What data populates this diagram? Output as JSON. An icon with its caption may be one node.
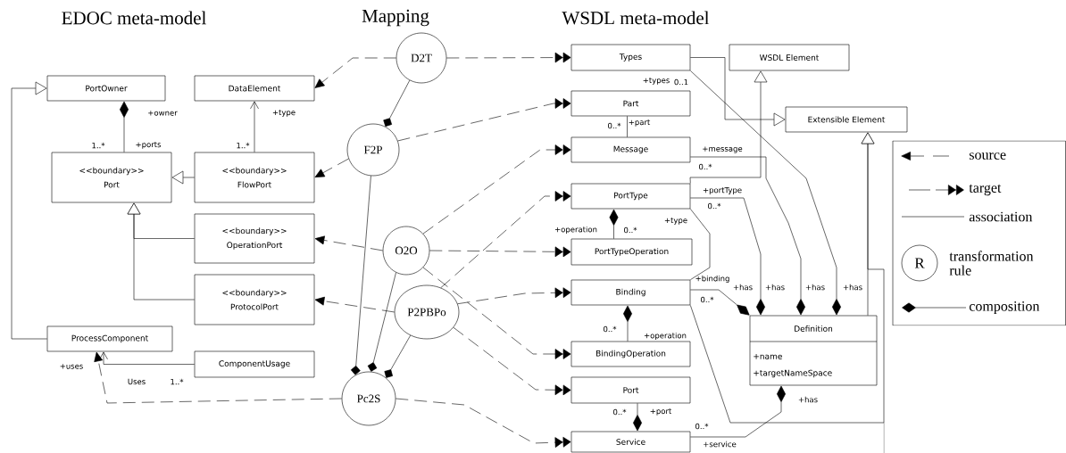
{
  "diagram": {
    "nodes": [
      {
        "text": [
          "PortOwner"
        ]
      },
      {
        "text": [
          "DataElement"
        ]
      },
      {
        "text": [
          "<<boundary>>",
          "Port"
        ]
      },
      {
        "text": [
          "<<boundary>>",
          "FlowPort"
        ]
      },
      {
        "text": [
          "<<boundary>>",
          "OperationPort"
        ]
      },
      {
        "text": [
          "<<boundary>>",
          "ProtocolPort"
        ]
      },
      {
        "text": [
          "ProcessComponent"
        ]
      },
      {
        "text": [
          "ComponentUsage"
        ]
      },
      {
        "text": [
          "D2T"
        ]
      },
      {
        "text": [
          "F2P"
        ]
      },
      {
        "text": [
          "O2O"
        ]
      },
      {
        "text": [
          "P2PBPo"
        ]
      },
      {
        "text": [
          "Pc2S"
        ]
      },
      {
        "text": [
          "Types"
        ]
      },
      {
        "text": [
          "Part"
        ]
      },
      {
        "text": [
          "Message"
        ]
      },
      {
        "text": [
          "PortType"
        ]
      },
      {
        "text": [
          "PortTypeOperation"
        ]
      },
      {
        "text": [
          "Binding"
        ]
      },
      {
        "text": [
          "BindingOperation"
        ]
      },
      {
        "text": [
          "Port"
        ]
      },
      {
        "text": [
          "Service"
        ]
      },
      {
        "text": [
          "WSDL Element"
        ]
      },
      {
        "text": [
          "Extensible Element"
        ]
      },
      {
        "text": [
          "Definition",
          "+name",
          "+targetNameSpace"
        ]
      }
    ],
    "edges": [
      {
        "from": 8,
        "to": 1,
        "arrow": "to",
        "style": "dashed"
      },
      {
        "from": 8,
        "to": 13,
        "arrow": "to",
        "style": "dashed"
      },
      {
        "from": 9,
        "to": 8,
        "arrow": "other"
      },
      {
        "from": 9,
        "to": 3,
        "arrow": "to",
        "style": "dashed"
      },
      {
        "from": 9,
        "to": 14,
        "arrow": "to",
        "style": "dashed"
      },
      {
        "from": 12,
        "to": 9,
        "arrow": "other"
      },
      {
        "from": 10,
        "to": 4,
        "arrow": "to",
        "style": "dashed"
      },
      {
        "from": 10,
        "to": 17,
        "arrow": "to",
        "style": "dashed"
      },
      {
        "from": 10,
        "to": 15,
        "arrow": "to",
        "style": "dashed"
      },
      {
        "from": 10,
        "to": 19,
        "arrow": "to",
        "style": "dashed"
      },
      {
        "from": 12,
        "to": 10,
        "arrow": "other"
      },
      {
        "from": 11,
        "to": 5,
        "arrow": "to",
        "style": "dashed"
      },
      {
        "from": 11,
        "to": 16,
        "arrow": "to",
        "style": "dashed"
      },
      {
        "from": 11,
        "to": 18,
        "arrow": "to",
        "style": "dashed"
      },
      {
        "from": 11,
        "to": 20,
        "arrow": "to",
        "style": "dashed"
      },
      {
        "from": 12,
        "to": 11,
        "arrow": "other"
      },
      {
        "from": 12,
        "to": 6,
        "arrow": "to",
        "style": "dashed"
      },
      {
        "from": 12,
        "to": 21,
        "arrow": "to",
        "style": "dashed"
      },
      {
        "from": 0,
        "to": 2,
        "arrow": "other"
      },
      {
        "from": 3,
        "to": 1,
        "arrow": "to"
      },
      {
        "from": 3,
        "to": 2,
        "arrow": "to"
      },
      {
        "from": 4,
        "to": 2,
        "arrow": "to"
      },
      {
        "from": 5,
        "to": 2,
        "arrow": "to"
      },
      {
        "from": 6,
        "to": 0,
        "arrow": "to"
      },
      {
        "from": 7,
        "to": 6,
        "arrow": "to",
        "label": "Uses"
      },
      {
        "from": 13,
        "to": 23,
        "arrow": "to"
      },
      {
        "from": 16,
        "to": 22,
        "arrow": "to"
      },
      {
        "from": 24,
        "to": 23,
        "arrow": "to"
      },
      {
        "from": 18,
        "to": 23,
        "arrow": "to"
      },
      {
        "from": 24,
        "to": 13,
        "arrow": "other"
      },
      {
        "from": 24,
        "to": 15,
        "arrow": "other"
      },
      {
        "from": 24,
        "to": 16,
        "arrow": "other"
      },
      {
        "from": 24,
        "to": 18,
        "arrow": "other"
      },
      {
        "from": 24,
        "to": 21,
        "arrow": "other"
      },
      {
        "from": 16,
        "to": 18,
        "arrow": "none"
      },
      {
        "from": 16,
        "to": 17,
        "arrow": "other"
      },
      {
        "from": 15,
        "to": 14,
        "arrow": "none"
      },
      {
        "from": 18,
        "to": 19,
        "arrow": "other"
      },
      {
        "from": 21,
        "to": 20,
        "arrow": "other"
      }
    ],
    "labels": [
      "EDOC meta-model",
      "Mapping",
      "WSDL meta-model",
      "+owner",
      "+type",
      "1..*",
      "+ports",
      "1..*",
      "+types",
      "0..1",
      "0..*",
      "+part",
      "+message",
      "0..*",
      "+portType",
      "0..*",
      "+type",
      "+operation",
      "0..*",
      "+binding",
      "+has",
      "+has",
      "+has",
      "+has",
      "0..*",
      "+uses",
      "1..*",
      "0..*",
      "+operation",
      "+has",
      "0..*",
      "+port",
      "0..*",
      "+service",
      "R"
    ],
    "legend": [
      {
        "text": "source"
      },
      {
        "text": "target"
      },
      {
        "text": "association"
      },
      {
        "text": "transformation rule"
      },
      {
        "text": "composition"
      }
    ]
  }
}
